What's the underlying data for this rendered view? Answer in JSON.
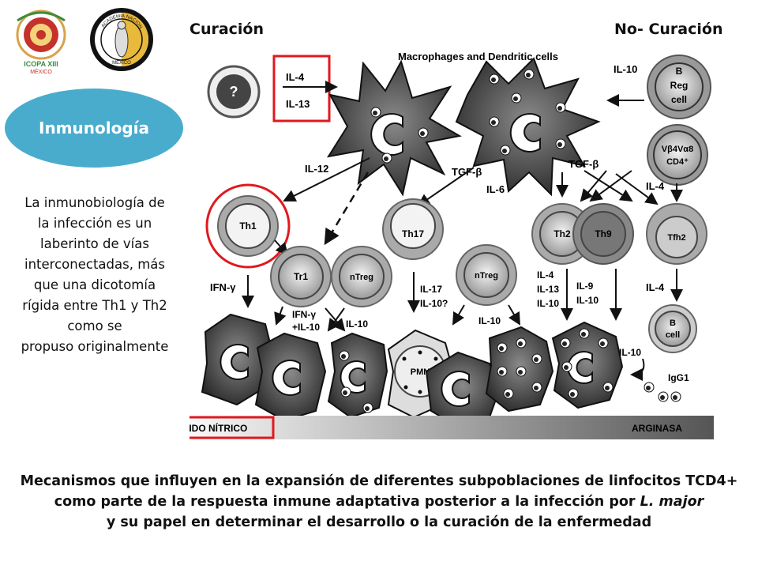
{
  "logos": {
    "icopa": {
      "text": "ICOPA XIII",
      "sub": "MÉXICO"
    },
    "academia": {
      "text": "ACADEMIA NACIONAL DE MEDICINA",
      "sub": "MÉXICO"
    }
  },
  "header": {
    "left": "Curación",
    "right": "No- Curación"
  },
  "badge": "Inmunología",
  "side_text": [
    "La inmunobiología de",
    "la infección es un",
    "laberinto de vías",
    "interconectadas, más",
    "que una dicotomía",
    "rígida entre Th1 y Th2",
    "como se",
    "propuso originalmente"
  ],
  "diagram": {
    "macrophage_title": "Macrophages and Dendritic cells",
    "unknown_cell": "?",
    "il4": "IL-4",
    "il13": "IL-13",
    "il10_top": "IL-10",
    "breg": [
      "B",
      "Reg",
      "cell"
    ],
    "vb4": [
      "Vβ4Vα8",
      "CD4⁺"
    ],
    "il12": "IL-12",
    "tgf1": "TGF-β",
    "tgf2": "TGF-β",
    "il6": "IL-6",
    "il4_right": "IL-4",
    "cells": {
      "th1": "Th1",
      "th17": "Th17",
      "th2": "Th2",
      "th9": "Th9",
      "tfh2": "Tfh2",
      "tr1": "Tr1",
      "ntreg1": "nTreg",
      "ntreg2": "nTreg",
      "bcell": [
        "B",
        "cell"
      ],
      "pmn": "PMN"
    },
    "cyt": {
      "ifng": "IFN-γ",
      "ifng_il10": [
        "IFN-γ",
        "+IL-10"
      ],
      "il10_a": "IL-10",
      "il17": [
        "IL-17",
        "IL-10?"
      ],
      "il10_b": "IL-10",
      "th2_out": [
        "IL-4",
        "IL-13",
        "IL-10"
      ],
      "th9_out": [
        "IL-9",
        "IL-10"
      ],
      "il4_b": "IL-4",
      "il10_c": "IL-10",
      "igg1": "IgG1"
    },
    "gradient": {
      "left": "ÓXIDO NÍTRICO",
      "right": "ARGINASA"
    },
    "colors": {
      "highlight": "#e0191f",
      "badge": "#4aaccd"
    }
  },
  "caption": {
    "line1": "Mecanismos que influyen en la expansión de diferentes subpoblaciones de linfocitos TCD4+",
    "line2_pre": "como parte de la respuesta inmune adaptativa posterior a la infección por ",
    "line2_em": "L. major",
    "line3": "y su papel en determinar el desarrollo o la curación de la enfermedad"
  }
}
